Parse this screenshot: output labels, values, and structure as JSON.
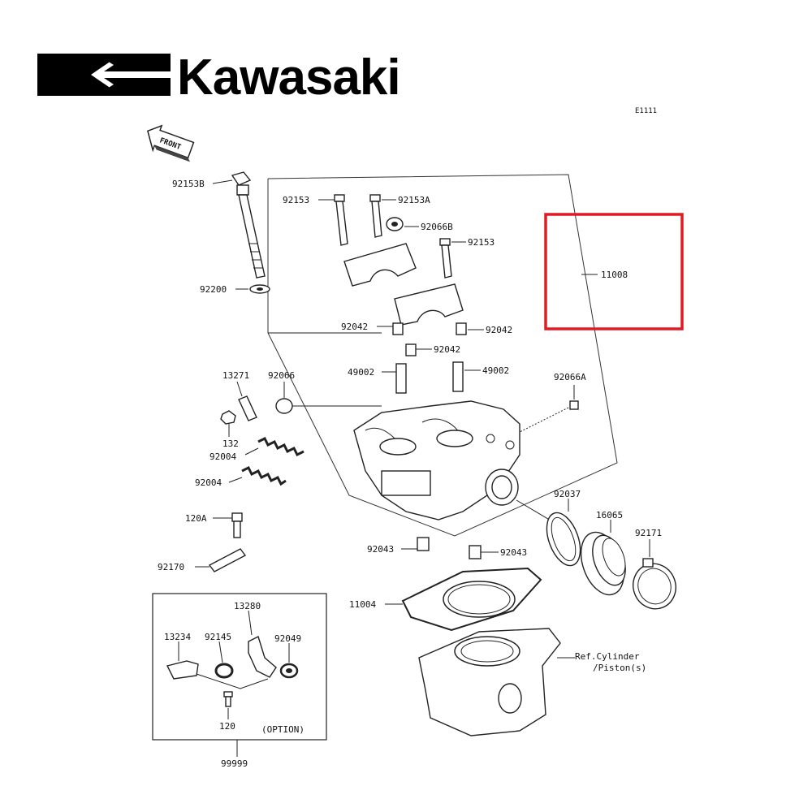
{
  "brand": {
    "name": "Kawasaki",
    "logo_icon": "kawasaki-k-emblem-icon"
  },
  "figure_code": "E1111",
  "front_marker": "FRONT",
  "highlight_color": "#e01b24",
  "highlighted_part": "11008",
  "labels": {
    "l92153b": "92153B",
    "l92153_top": "92153",
    "l92153a": "92153A",
    "l92066b": "92066B",
    "l92153_mid": "92153",
    "l11008": "11008",
    "l92200": "92200",
    "l92042_left": "92042",
    "l92042_right": "92042",
    "l92042_center": "92042",
    "l49002_left": "49002",
    "l49002_right": "49002",
    "l13271": "13271",
    "l92066": "92066",
    "l92066a": "92066A",
    "l132": "132",
    "l92004_a": "92004",
    "l92004_b": "92004",
    "l120a": "120A",
    "l92170": "92170",
    "l92037": "92037",
    "l16065": "16065",
    "l92171": "92171",
    "l92043_left": "92043",
    "l92043_right": "92043",
    "l11004": "11004",
    "l13280": "13280",
    "l13234": "13234",
    "l92145": "92145",
    "l92049": "92049",
    "l120": "120",
    "option": "(OPTION)",
    "l99999": "99999",
    "ref_line1": "Ref.Cylinder",
    "ref_line2": "/Piston(s)"
  }
}
